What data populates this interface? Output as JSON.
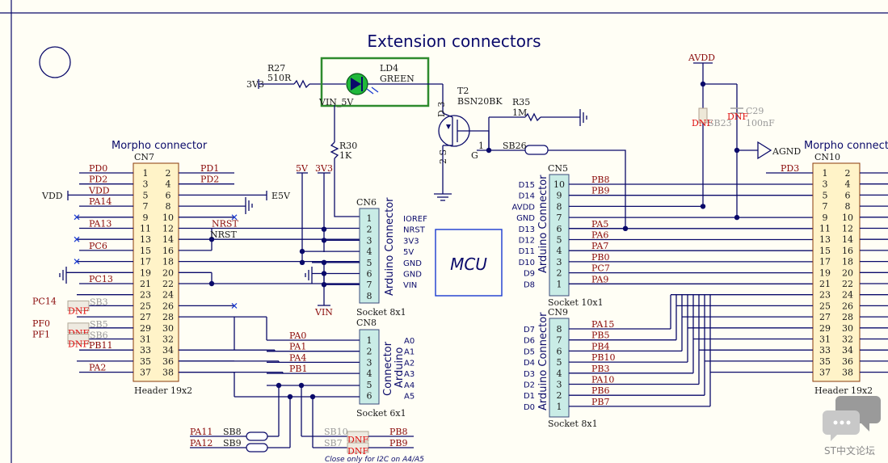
{
  "title": "Extension connectors",
  "mcu_label": "MCU",
  "footnote": "Close only for I2C on A4/A5",
  "watermark": "ST中文论坛",
  "led": {
    "ref": "LD4",
    "value": "GREEN",
    "highlight": "#2e8b2e"
  },
  "r27": {
    "ref": "R27",
    "value": "510R",
    "net": "3V3"
  },
  "r30": {
    "ref": "R30",
    "value": "1K"
  },
  "r35": {
    "ref": "R35",
    "value": "1M"
  },
  "t2": {
    "ref": "T2",
    "value": "BSN20BK",
    "d": "D 3",
    "s": "2 S",
    "g": "G",
    "pin": "1"
  },
  "sb26": "SB26",
  "vin_5v": "VIN_5V",
  "avdd": "AVDD",
  "agnd": "AGND",
  "e5v": "E5V",
  "vdd": "VDD",
  "nrst": "NRST",
  "net_5v": "5V",
  "net_3v3": "3V3",
  "net_vin": "VIN",
  "sb23": {
    "ref": "SB23",
    "dnf": "DNF"
  },
  "c29": {
    "ref": "C29",
    "value": "100nF",
    "dnf": "DNF"
  },
  "cn7": {
    "section": "Morpho connector",
    "ref": "CN7",
    "footer": "Header 19x2",
    "left_pins": [
      "1",
      "3",
      "5",
      "7",
      "9",
      "11",
      "13",
      "15",
      "17",
      "19",
      "21",
      "23",
      "25",
      "27",
      "29",
      "31",
      "33",
      "35",
      "37"
    ],
    "right_pins": [
      "2",
      "4",
      "6",
      "8",
      "10",
      "12",
      "14",
      "16",
      "18",
      "20",
      "22",
      "24",
      "26",
      "28",
      "30",
      "32",
      "34",
      "36",
      "38"
    ],
    "left_nets": [
      "PD0",
      "PD2",
      "VDD",
      "PA14",
      "",
      "PA13",
      "",
      "PC6",
      "",
      "",
      "PC13",
      "",
      "PC14",
      "",
      "PF0",
      "PF1",
      "PB11",
      "",
      "PA2"
    ],
    "right_nets": [
      "PD1",
      "PD2",
      "",
      "",
      "",
      "NRST",
      "",
      "",
      "",
      "",
      "",
      "",
      "",
      "",
      "",
      "",
      "",
      "",
      ""
    ]
  },
  "cn10": {
    "section": "Morpho connector",
    "ref": "CN10",
    "footer": "Header 19x2",
    "left_pins": [
      "1",
      "3",
      "5",
      "7",
      "9",
      "11",
      "13",
      "15",
      "17",
      "19",
      "21",
      "23",
      "25",
      "27",
      "29",
      "31",
      "33",
      "35",
      "37"
    ],
    "right_pins": [
      "2",
      "4",
      "6",
      "8",
      "10",
      "12",
      "14",
      "16",
      "18",
      "20",
      "22",
      "24",
      "26",
      "28",
      "30",
      "32",
      "34",
      "36",
      "38"
    ],
    "left_nets": [
      "PD3"
    ]
  },
  "cn6": {
    "ref": "CN6",
    "title": "Arduino Connector",
    "footer": "Socket 8x1",
    "pins": [
      "1",
      "2",
      "3",
      "4",
      "5",
      "6",
      "7",
      "8"
    ],
    "labels": [
      "IOREF",
      "NRST",
      "3V3",
      "5V",
      "GND",
      "GND",
      "VIN",
      ""
    ]
  },
  "cn8": {
    "ref": "CN8",
    "title_a": "Connector",
    "title_b": "Arduino",
    "footer": "Socket 6x1",
    "pins": [
      "1",
      "2",
      "3",
      "4",
      "5",
      "6"
    ],
    "labels": [
      "A0",
      "A1",
      "A2",
      "A3",
      "A4",
      "A5"
    ],
    "nets": [
      "PA0",
      "PA1",
      "PA4",
      "PB1",
      "",
      ""
    ]
  },
  "cn5": {
    "ref": "CN5",
    "title": "Arduino Connector",
    "footer": "Socket 10x1",
    "pins": [
      "10",
      "9",
      "8",
      "7",
      "6",
      "5",
      "4",
      "3",
      "2",
      "1"
    ],
    "labels": [
      "D15",
      "D14",
      "AVDD",
      "GND",
      "D13",
      "D12",
      "D11",
      "D10",
      "D9",
      "D8"
    ],
    "nets": [
      "PB8",
      "PB9",
      "",
      "",
      "PA5",
      "PA6",
      "PA7",
      "PB0",
      "PC7",
      "PA9"
    ]
  },
  "cn9": {
    "ref": "CN9",
    "title": "Arduino Connector",
    "footer": "Socket 8x1",
    "pins": [
      "8",
      "7",
      "6",
      "5",
      "4",
      "3",
      "2",
      "1"
    ],
    "labels": [
      "D7",
      "D6",
      "D5",
      "D4",
      "D3",
      "D2",
      "D1",
      "D0"
    ],
    "nets": [
      "PA15",
      "PB5",
      "PB4",
      "PB10",
      "PB3",
      "PA10",
      "PB6",
      "PB7"
    ]
  },
  "bridges_left": [
    {
      "net": "PA11",
      "ref": "SB8"
    },
    {
      "net": "PA12",
      "ref": "SB9"
    }
  ],
  "bridges_right": [
    {
      "net": "PB8",
      "ref": "SB10",
      "dnf": "DNF"
    },
    {
      "net": "PB9",
      "ref": "SB7",
      "dnf": "DNF"
    }
  ],
  "cn7_sb": [
    {
      "ref": "SB3",
      "dnf": "DNF"
    },
    {
      "ref": "SB5",
      "dnf": "DNF"
    },
    {
      "ref": "SB6",
      "dnf": "DNF"
    }
  ]
}
